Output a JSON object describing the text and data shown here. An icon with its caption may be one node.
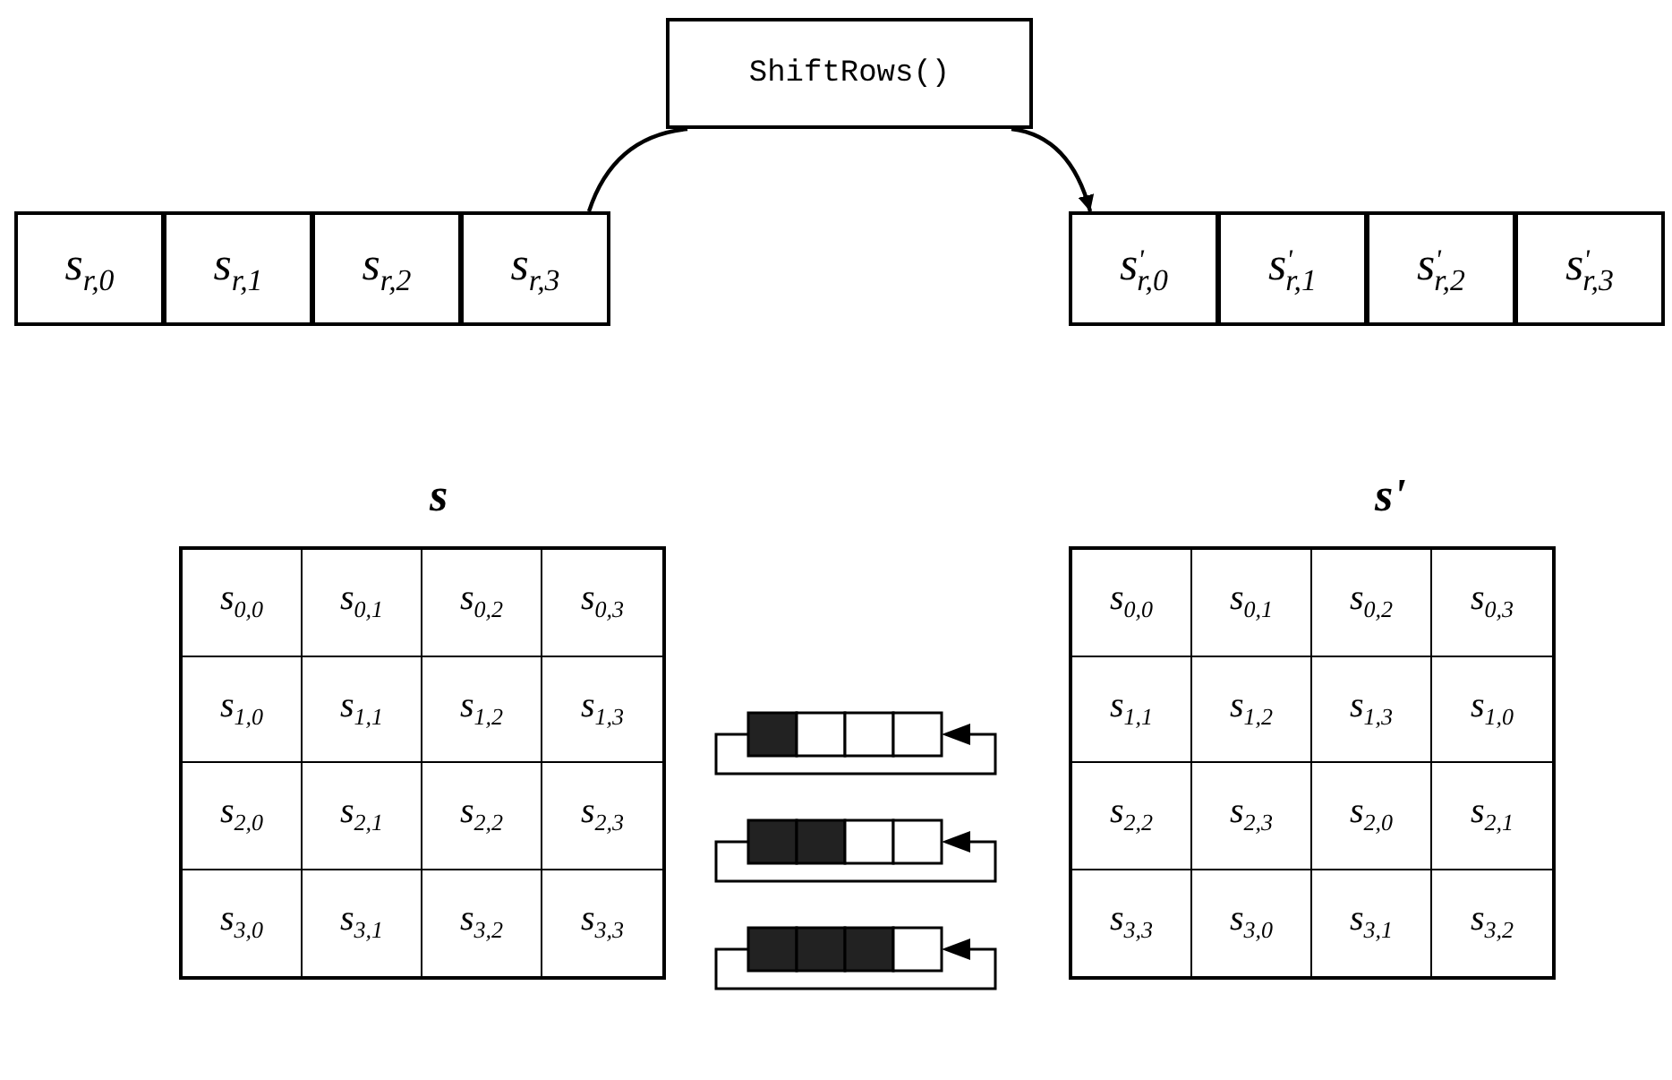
{
  "diagram": {
    "nodes": [
      {
        "text": [
          "ShiftRows()"
        ]
      },
      {
        "text": [
          "s$_{r,0}$"
        ]
      },
      {
        "text": [
          "s$_{r,1}$"
        ]
      },
      {
        "text": [
          "s$_{r,2}$"
        ]
      },
      {
        "text": [
          "s$_{r,3}$"
        ]
      },
      {
        "text": [
          "s$^{'}$$_{r,0}$"
        ]
      },
      {
        "text": [
          "s$^{'}$$_{r,1}$"
        ]
      },
      {
        "text": [
          "s$^{'}$$_{r,2}$"
        ]
      },
      {
        "text": [
          "s$^{'}$$_{r,3}$"
        ]
      }
    ],
    "edges": [
      {
        "from": 4,
        "to": 0,
        "arrow": "none"
      },
      {
        "from": 0,
        "to": 5,
        "arrow": "to"
      }
    ],
    "labels": [
      "s",
      "s'",
      "s$_{0,0}$",
      "s$_{0,1}$",
      "s$_{0,2}$",
      "s$_{0,3}$",
      "s$_{1,0}$",
      "s$_{1,1}$",
      "s$_{1,2}$",
      "s$_{1,3}$",
      "s$_{2,0}$",
      "s$_{2,1}$",
      "s$_{2,2}$",
      "s$_{2,3}$",
      "s$_{3,0}$",
      "s$_{3,1}$",
      "s$_{3,2}$",
      "s$_{3,3}$",
      "s$_{0,0}$",
      "s$_{0,1}$",
      "s$_{0,2}$",
      "s$_{0,3}$",
      "s$_{1,1}$",
      "s$_{1,2}$",
      "s$_{1,3}$",
      "s$_{1,0}$",
      "s$_{2,2}$",
      "s$_{2,3}$",
      "s$_{2,0}$",
      "s$_{2,1}$",
      "s$_{3,3}$",
      "s$_{3,0}$",
      "s$_{3,1}$",
      "s$_{3,2}$"
    ]
  }
}
